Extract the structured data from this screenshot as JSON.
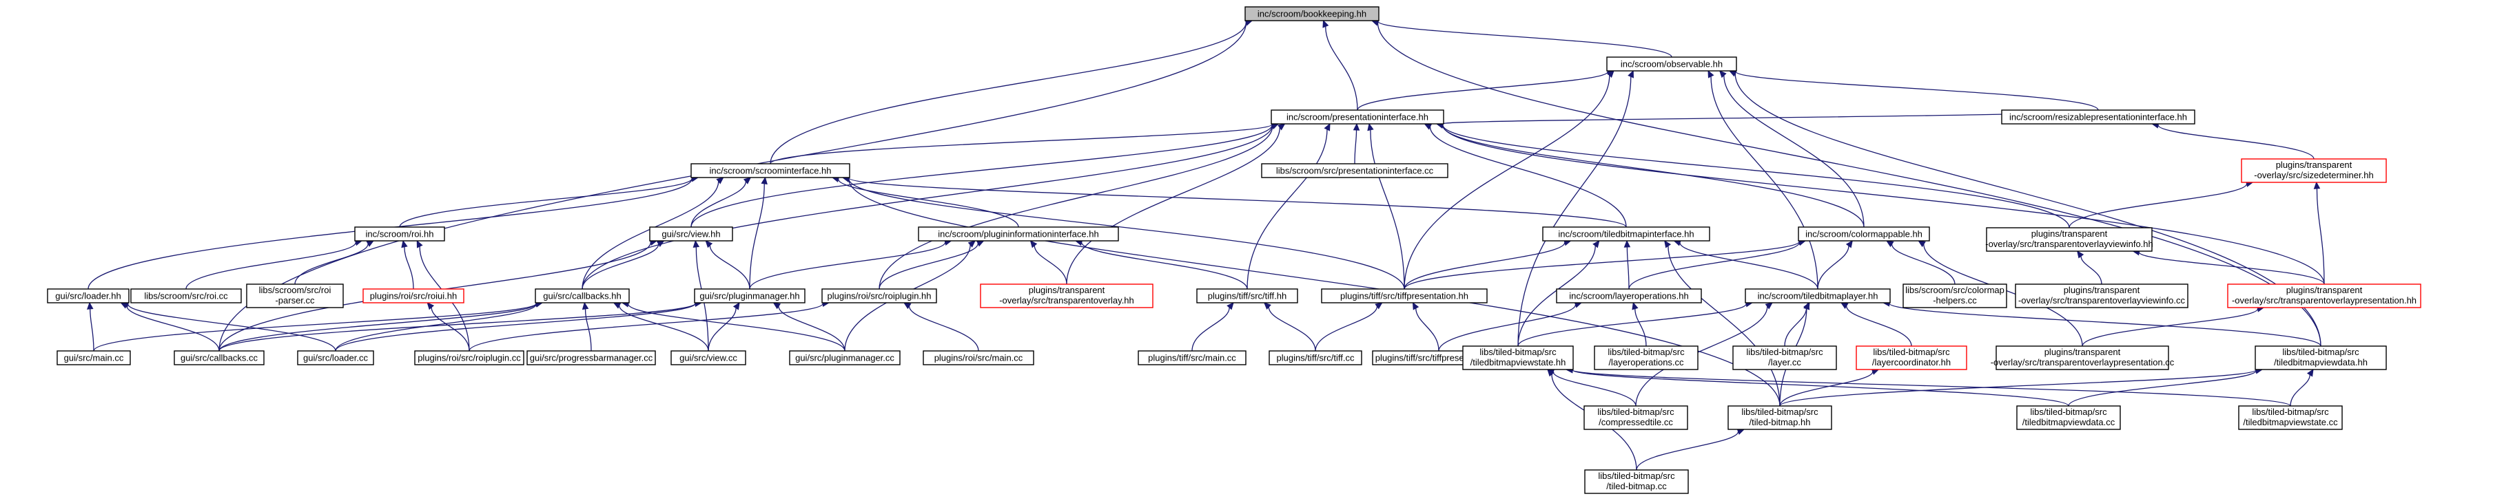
{
  "graph_title": "",
  "colors": {
    "edge": "#191970",
    "node_border": "#000000",
    "root_fill": "#bfbfbf",
    "broken_link_border": "#ff0000"
  },
  "nodes": [
    {
      "id": "bookkeeping",
      "label": "inc/scroom/bookkeeping.hh",
      "root": true
    },
    {
      "id": "observable",
      "label": "inc/scroom/observable.hh"
    },
    {
      "id": "presint",
      "label": "inc/scroom/presentationinterface.hh"
    },
    {
      "id": "resizable",
      "label": "inc/scroom/resizablepresentationinterface.hh"
    },
    {
      "id": "scroomint",
      "label": "inc/scroom/scroominterface.hh"
    },
    {
      "id": "presint_cc",
      "label": "libs/scroom/src/presentationinterface.cc"
    },
    {
      "id": "sizedet",
      "label": "plugins/transparent\n-overlay/src/sizedeterminer.hh",
      "red": true
    },
    {
      "id": "roi_hh",
      "label": "inc/scroom/roi.hh"
    },
    {
      "id": "view_hh",
      "label": "gui/src/view.hh"
    },
    {
      "id": "plugininfo",
      "label": "inc/scroom/plugininformationinterface.hh"
    },
    {
      "id": "tiledbmpint",
      "label": "inc/scroom/tiledbitmapinterface.hh"
    },
    {
      "id": "colormappable",
      "label": "inc/scroom/colormappable.hh"
    },
    {
      "id": "tovinfo",
      "label": "plugins/transparent\n-overlay/src/transparentoverlayviewinfo.hh"
    },
    {
      "id": "loader_hh",
      "label": "gui/src/loader.hh"
    },
    {
      "id": "roi_cc",
      "label": "libs/scroom/src/roi.cc"
    },
    {
      "id": "roiparser",
      "label": "libs/scroom/src/roi\n-parser.cc"
    },
    {
      "id": "roiui",
      "label": "plugins/roi/src/roiui.hh",
      "red": true
    },
    {
      "id": "callbacks_hh",
      "label": "gui/src/callbacks.hh"
    },
    {
      "id": "pluginmgr_hh",
      "label": "gui/src/pluginmanager.hh"
    },
    {
      "id": "roiplugin_hh",
      "label": "plugins/roi/src/roiplugin.hh"
    },
    {
      "id": "to_hh",
      "label": "plugins/transparent\n-overlay/src/transparentoverlay.hh",
      "red": true
    },
    {
      "id": "tiff_hh",
      "label": "plugins/tiff/src/tiff.hh"
    },
    {
      "id": "tiffpres_hh",
      "label": "plugins/tiff/src/tiffpresentation.hh"
    },
    {
      "id": "layerops_hh",
      "label": "inc/scroom/layeroperations.hh"
    },
    {
      "id": "tiledbmplayer_hh",
      "label": "inc/scroom/tiledbitmaplayer.hh"
    },
    {
      "id": "colormaphelpers",
      "label": "libs/scroom/src/colormap\n-helpers.cc"
    },
    {
      "id": "tovinfo_cc",
      "label": "plugins/transparent\n-overlay/src/transparentoverlayviewinfo.cc"
    },
    {
      "id": "topres_hh",
      "label": "plugins/transparent\n-overlay/src/transparentoverlaypresentation.hh",
      "red": true
    },
    {
      "id": "main_cc",
      "label": "gui/src/main.cc"
    },
    {
      "id": "callbacks_cc",
      "label": "gui/src/callbacks.cc"
    },
    {
      "id": "loader_cc",
      "label": "gui/src/loader.cc"
    },
    {
      "id": "roiplugin_cc",
      "label": "plugins/roi/src/roiplugin.cc"
    },
    {
      "id": "progressbar_cc",
      "label": "gui/src/progressbarmanager.cc"
    },
    {
      "id": "view_cc",
      "label": "gui/src/view.cc"
    },
    {
      "id": "pluginmgr_cc",
      "label": "gui/src/pluginmanager.cc"
    },
    {
      "id": "roimain_cc",
      "label": "plugins/roi/src/main.cc"
    },
    {
      "id": "tiffmain_cc",
      "label": "plugins/tiff/src/main.cc"
    },
    {
      "id": "tiff_cc",
      "label": "plugins/tiff/src/tiff.cc"
    },
    {
      "id": "tiffpres_cc",
      "label": "plugins/tiff/src/tiffpresentation.cc"
    },
    {
      "id": "tbviewstate_hh",
      "label": "libs/tiled-bitmap/src\n/tiledbitmapviewstate.hh"
    },
    {
      "id": "layerops_cc",
      "label": "libs/tiled-bitmap/src\n/layeroperations.cc"
    },
    {
      "id": "layer_cc",
      "label": "libs/tiled-bitmap/src\n/layer.cc"
    },
    {
      "id": "layercoord_hh",
      "label": "libs/tiled-bitmap/src\n/layercoordinator.hh",
      "red": true
    },
    {
      "id": "topres_cc",
      "label": "plugins/transparent\n-overlay/src/transparentoverlaypresentation.cc"
    },
    {
      "id": "tbviewdata_hh",
      "label": "libs/tiled-bitmap/src\n/tiledbitmapviewdata.hh"
    },
    {
      "id": "compressedtile",
      "label": "libs/tiled-bitmap/src\n/compressedtile.cc"
    },
    {
      "id": "tiledbitmap_hh",
      "label": "libs/tiled-bitmap/src\n/tiled-bitmap.hh"
    },
    {
      "id": "tbviewdata_cc",
      "label": "libs/tiled-bitmap/src\n/tiledbitmapviewdata.cc"
    },
    {
      "id": "tbviewstate_cc",
      "label": "libs/tiled-bitmap/src\n/tiledbitmapviewstate.cc"
    },
    {
      "id": "tiledbitmap_cc",
      "label": "libs/tiled-bitmap/src\n/tiled-bitmap.cc"
    }
  ],
  "edges": [
    [
      "observable",
      "bookkeeping"
    ],
    [
      "presint",
      "bookkeeping"
    ],
    [
      "scroomint",
      "bookkeeping"
    ],
    [
      "callbacks_cc",
      "bookkeeping"
    ],
    [
      "tbviewdata_hh",
      "bookkeeping"
    ],
    [
      "presint",
      "observable"
    ],
    [
      "resizable",
      "observable"
    ],
    [
      "colormappable",
      "observable"
    ],
    [
      "tiffpres_hh",
      "observable"
    ],
    [
      "tbviewstate_hh",
      "observable"
    ],
    [
      "tiledbmplayer_hh",
      "observable"
    ],
    [
      "tbviewdata_hh",
      "observable"
    ],
    [
      "resizable",
      "presint"
    ],
    [
      "scroomint",
      "presint"
    ],
    [
      "presint_cc",
      "presint"
    ],
    [
      "tovinfo",
      "presint"
    ],
    [
      "tiledbmpint",
      "presint"
    ],
    [
      "colormappable",
      "presint"
    ],
    [
      "view_hh",
      "presint"
    ],
    [
      "callbacks_hh",
      "presint"
    ],
    [
      "roiplugin_hh",
      "presint"
    ],
    [
      "to_hh",
      "presint"
    ],
    [
      "tiff_hh",
      "presint"
    ],
    [
      "tiffpres_hh",
      "presint"
    ],
    [
      "topres_hh",
      "presint"
    ],
    [
      "sizedet",
      "resizable"
    ],
    [
      "tovinfo",
      "sizedet"
    ],
    [
      "topres_hh",
      "sizedet"
    ],
    [
      "roi_hh",
      "scroomint"
    ],
    [
      "view_hh",
      "scroomint"
    ],
    [
      "plugininfo",
      "scroomint"
    ],
    [
      "tiledbmpint",
      "scroomint"
    ],
    [
      "loader_hh",
      "scroomint"
    ],
    [
      "callbacks_hh",
      "scroomint"
    ],
    [
      "pluginmgr_hh",
      "scroomint"
    ],
    [
      "tiffpres_hh",
      "scroomint"
    ],
    [
      "tiledbitmap_hh",
      "scroomint"
    ],
    [
      "roi_cc",
      "roi_hh"
    ],
    [
      "roiparser",
      "roi_hh"
    ],
    [
      "roiui",
      "roi_hh"
    ],
    [
      "roiplugin_cc",
      "roi_hh"
    ],
    [
      "callbacks_hh",
      "view_hh"
    ],
    [
      "pluginmgr_hh",
      "view_hh"
    ],
    [
      "view_cc",
      "view_hh"
    ],
    [
      "callbacks_cc",
      "view_hh"
    ],
    [
      "pluginmgr_hh",
      "plugininfo"
    ],
    [
      "roiplugin_hh",
      "plugininfo"
    ],
    [
      "to_hh",
      "plugininfo"
    ],
    [
      "tiff_hh",
      "plugininfo"
    ],
    [
      "pluginmgr_cc",
      "plugininfo"
    ],
    [
      "tiffpres_hh",
      "tiledbmpint"
    ],
    [
      "layerops_hh",
      "tiledbmpint"
    ],
    [
      "tiledbmplayer_hh",
      "tiledbmpint"
    ],
    [
      "tbviewstate_hh",
      "tiledbmpint"
    ],
    [
      "tiledbitmap_hh",
      "tiledbmpint"
    ],
    [
      "tiffpres_hh",
      "colormappable"
    ],
    [
      "layerops_hh",
      "colormappable"
    ],
    [
      "colormaphelpers",
      "colormappable"
    ],
    [
      "tiledbmplayer_hh",
      "colormappable"
    ],
    [
      "topres_cc",
      "colormappable"
    ],
    [
      "tovinfo_cc",
      "tovinfo"
    ],
    [
      "topres_hh",
      "tovinfo"
    ],
    [
      "main_cc",
      "loader_hh"
    ],
    [
      "callbacks_cc",
      "loader_hh"
    ],
    [
      "loader_cc",
      "loader_hh"
    ],
    [
      "roiplugin_cc",
      "roiui"
    ],
    [
      "main_cc",
      "callbacks_hh"
    ],
    [
      "callbacks_cc",
      "callbacks_hh"
    ],
    [
      "loader_cc",
      "callbacks_hh"
    ],
    [
      "progressbar_cc",
      "callbacks_hh"
    ],
    [
      "view_cc",
      "callbacks_hh"
    ],
    [
      "pluginmgr_cc",
      "callbacks_hh"
    ],
    [
      "callbacks_cc",
      "pluginmgr_hh"
    ],
    [
      "loader_cc",
      "pluginmgr_hh"
    ],
    [
      "view_cc",
      "pluginmgr_hh"
    ],
    [
      "pluginmgr_cc",
      "pluginmgr_hh"
    ],
    [
      "roiplugin_cc",
      "roiplugin_hh"
    ],
    [
      "roimain_cc",
      "roiplugin_hh"
    ],
    [
      "tiffmain_cc",
      "tiff_hh"
    ],
    [
      "tiff_cc",
      "tiff_hh"
    ],
    [
      "tiff_cc",
      "tiffpres_hh"
    ],
    [
      "tiffpres_cc",
      "tiffpres_hh"
    ],
    [
      "tiffpres_cc",
      "layerops_hh"
    ],
    [
      "layerops_cc",
      "layerops_hh"
    ],
    [
      "tbviewstate_hh",
      "tiledbmplayer_hh"
    ],
    [
      "layer_cc",
      "tiledbmplayer_hh"
    ],
    [
      "layercoord_hh",
      "tiledbmplayer_hh"
    ],
    [
      "tbviewdata_hh",
      "tiledbmplayer_hh"
    ],
    [
      "compressedtile",
      "tiledbmplayer_hh"
    ],
    [
      "tiledbitmap_hh",
      "tiledbmplayer_hh"
    ],
    [
      "topres_cc",
      "topres_hh"
    ],
    [
      "tiledbitmap_hh",
      "layercoord_hh"
    ],
    [
      "compressedtile",
      "tbviewstate_hh"
    ],
    [
      "tiledbitmap_cc",
      "tbviewstate_hh"
    ],
    [
      "tbviewstate_cc",
      "tbviewstate_hh"
    ],
    [
      "tbviewdata_cc",
      "tbviewstate_hh"
    ],
    [
      "tiledbitmap_hh",
      "tbviewdata_hh"
    ],
    [
      "tbviewdata_cc",
      "tbviewdata_hh"
    ],
    [
      "tbviewstate_cc",
      "tbviewdata_hh"
    ],
    [
      "tiledbitmap_cc",
      "tiledbitmap_hh"
    ]
  ]
}
